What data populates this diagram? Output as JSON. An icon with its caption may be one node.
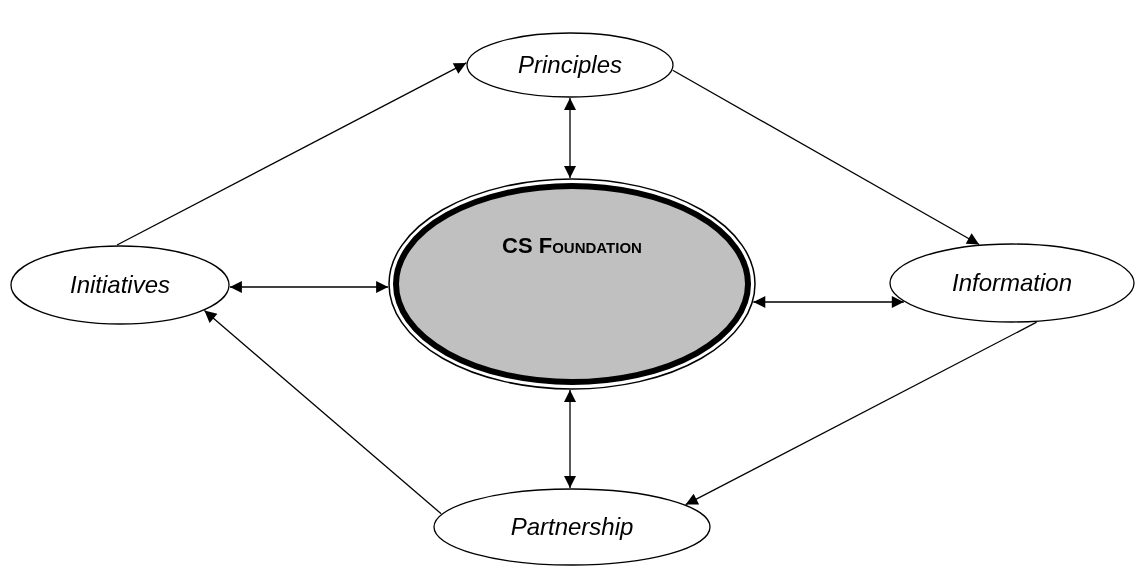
{
  "diagram": {
    "nodes": [
      {
        "text": [
          "Principles"
        ]
      },
      {
        "text": [
          "Initiatives"
        ]
      },
      {
        "text": [
          "CS Foundation"
        ]
      },
      {
        "text": [
          "Information"
        ]
      },
      {
        "text": [
          "Partnership"
        ]
      }
    ],
    "edges": [
      {
        "from": 1,
        "to": 0,
        "arrow": "to"
      },
      {
        "from": 0,
        "to": 3,
        "arrow": "to"
      },
      {
        "from": 3,
        "to": 4,
        "arrow": "to"
      },
      {
        "from": 4,
        "to": 1,
        "arrow": "to"
      },
      {
        "from": 0,
        "to": 2,
        "arrow": "both"
      },
      {
        "from": 1,
        "to": 2,
        "arrow": "both"
      },
      {
        "from": 2,
        "to": 3,
        "arrow": "both"
      },
      {
        "from": 2,
        "to": 4,
        "arrow": "both"
      }
    ]
  }
}
